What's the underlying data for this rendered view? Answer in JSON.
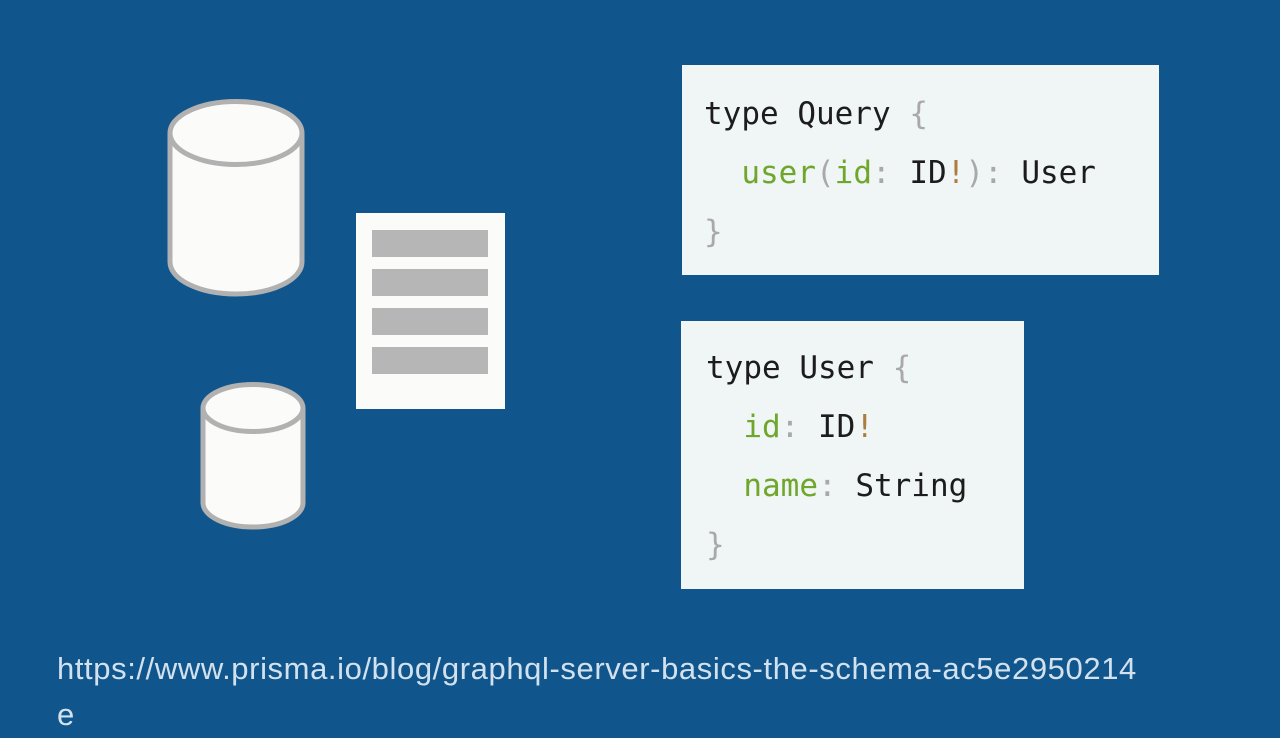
{
  "page": {
    "description": "GraphQL schema illustration slide"
  },
  "colors": {
    "page_bg": "#11558d",
    "code_bg": "#f0f5f5",
    "tok_default": "#1c1c1c",
    "tok_punct": "#a9a9a9",
    "tok_field": "#6fa62c",
    "tok_bang": "#ac7e3e",
    "icon_fill": "#fbfbf9",
    "icon_stroke": "#b1b1b1",
    "doc_bar": "#b6b6b6",
    "url_text": "#d2e1ee"
  },
  "icons": {
    "database_large": {
      "name": "database-icon-large"
    },
    "database_small": {
      "name": "database-icon-small"
    },
    "document": {
      "name": "document-icon",
      "bars": 4
    }
  },
  "code_blocks": [
    {
      "name": "type-query-schema",
      "lines": [
        [
          {
            "t": "type Query ",
            "c": "default"
          },
          {
            "t": "{",
            "c": "punct"
          }
        ],
        [
          {
            "t": "  ",
            "c": "default"
          },
          {
            "t": "user",
            "c": "field"
          },
          {
            "t": "(",
            "c": "punct"
          },
          {
            "t": "id",
            "c": "field"
          },
          {
            "t": ":",
            "c": "punct"
          },
          {
            "t": " ID",
            "c": "default"
          },
          {
            "t": "!",
            "c": "bang"
          },
          {
            "t": "):",
            "c": "punct"
          },
          {
            "t": " User",
            "c": "default"
          }
        ],
        [
          {
            "t": "}",
            "c": "punct"
          }
        ]
      ]
    },
    {
      "name": "type-user-schema",
      "lines": [
        [
          {
            "t": "type User ",
            "c": "default"
          },
          {
            "t": "{",
            "c": "punct"
          }
        ],
        [
          {
            "t": "  ",
            "c": "default"
          },
          {
            "t": "id",
            "c": "field"
          },
          {
            "t": ":",
            "c": "punct"
          },
          {
            "t": " ID",
            "c": "default"
          },
          {
            "t": "!",
            "c": "bang"
          }
        ],
        [
          {
            "t": "  ",
            "c": "default"
          },
          {
            "t": "name",
            "c": "field"
          },
          {
            "t": ":",
            "c": "punct"
          },
          {
            "t": " String",
            "c": "default"
          }
        ],
        [
          {
            "t": "}",
            "c": "punct"
          }
        ]
      ]
    }
  ],
  "footer": {
    "url_full": "https://www.prisma.io/blog/graphql-server-basics-the-schema-ac5e2950214e",
    "url_line1": "https://www.prisma.io/blog/graphql-server-basics-the-schema-ac5e2950214",
    "url_line2": "e"
  }
}
